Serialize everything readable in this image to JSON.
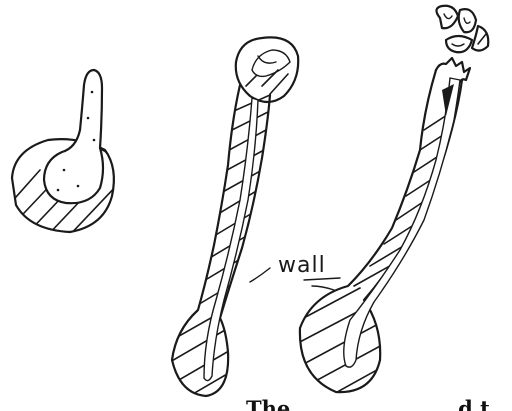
{
  "diagram": {
    "labels": {
      "wall": "wall"
    },
    "caption": "The",
    "caption_partial": "... ... ... ... ... ...d t"
  }
}
